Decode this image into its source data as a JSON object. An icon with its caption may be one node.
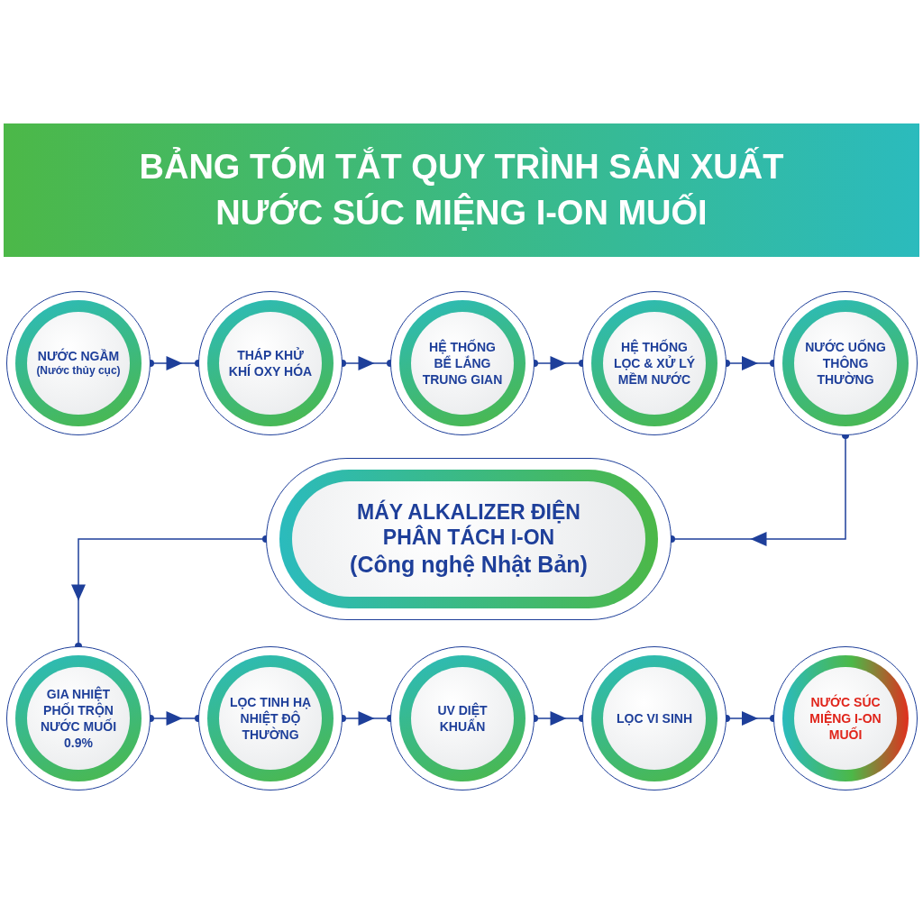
{
  "diagram": {
    "title": "BẢNG TÓM TẮT QUY TRÌNH SẢN XUẤT NƯỚC SÚC MIỆNG I-ON MUỐI",
    "nodes": [
      {
        "text": [
          "NƯỚC NGẦM",
          "(Nước thủy cục)"
        ]
      },
      {
        "text": [
          "THÁP KHỬ KHÍ OXY HÓA"
        ]
      },
      {
        "text": [
          "HỆ THỐNG BỂ LẮNG TRUNG GIAN"
        ]
      },
      {
        "text": [
          "HỆ THỐNG LỌC & XỬ LÝ MỀM NƯỚC"
        ]
      },
      {
        "text": [
          "NƯỚC UỐNG THÔNG THƯỜNG"
        ]
      },
      {
        "text": [
          "MÁY ALKALIZER ĐIỆN PHÂN TÁCH I-ON",
          "(Công nghệ Nhật Bản)"
        ]
      },
      {
        "text": [
          "GIA NHIỆT PHỐI TRỘN NƯỚC MUỐI 0.9%"
        ]
      },
      {
        "text": [
          "LỌC TINH HẠ NHIỆT ĐỘ THƯỜNG"
        ]
      },
      {
        "text": [
          "UV DIỆT KHUẨN"
        ]
      },
      {
        "text": [
          "LỌC VI SINH"
        ]
      },
      {
        "text": [
          "NƯỚC SÚC MIỆNG I-ON MUỐI"
        ]
      }
    ],
    "edges": [
      {
        "from": 0,
        "to": 1,
        "arrow": "to"
      },
      {
        "from": 1,
        "to": 2,
        "arrow": "to"
      },
      {
        "from": 2,
        "to": 3,
        "arrow": "to"
      },
      {
        "from": 3,
        "to": 4,
        "arrow": "to"
      },
      {
        "from": 4,
        "to": 5,
        "arrow": "to"
      },
      {
        "from": 5,
        "to": 6,
        "arrow": "to"
      },
      {
        "from": 6,
        "to": 7,
        "arrow": "to"
      },
      {
        "from": 7,
        "to": 8,
        "arrow": "to"
      },
      {
        "from": 8,
        "to": 9,
        "arrow": "to"
      },
      {
        "from": 9,
        "to": 10,
        "arrow": "to"
      }
    ]
  }
}
